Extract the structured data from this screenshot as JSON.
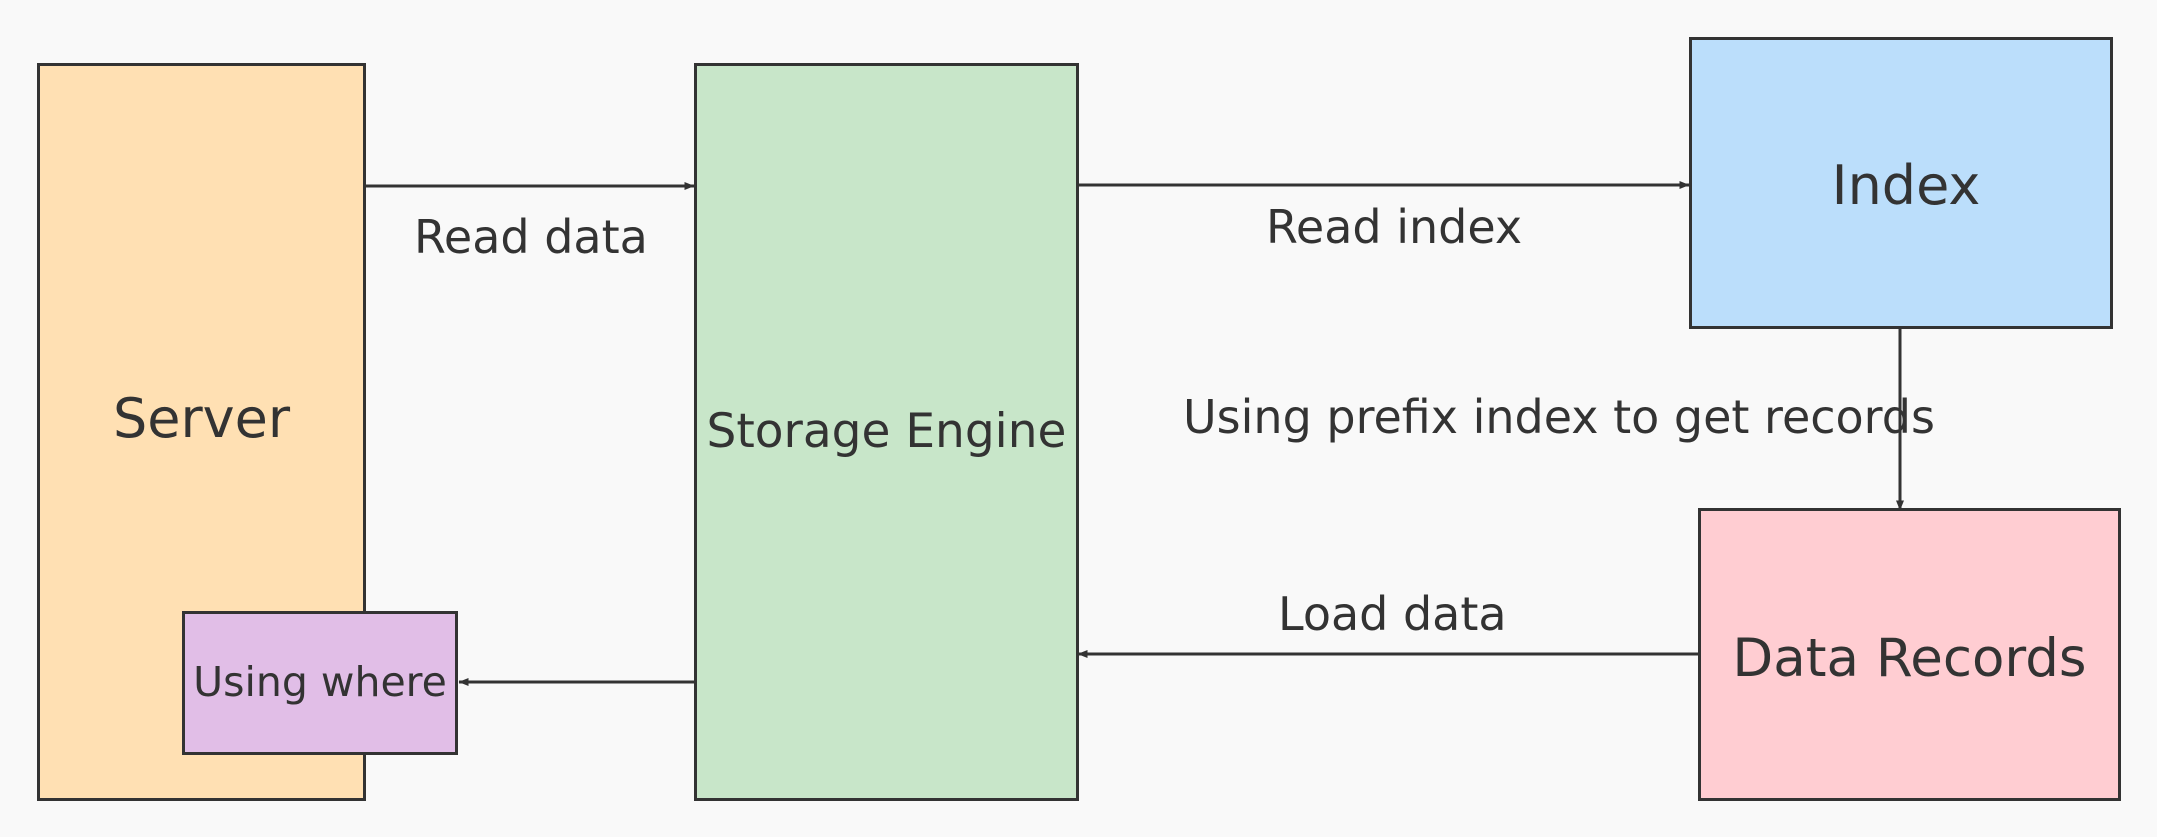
{
  "nodes": {
    "server": {
      "label": "Server",
      "color": "#ffe0b3"
    },
    "storage_engine": {
      "label": "Storage Engine",
      "color": "#c8e6c9"
    },
    "index": {
      "label": "Index",
      "color": "#bbdefb"
    },
    "data_records": {
      "label": "Data Records",
      "color": "#ffcdd2"
    },
    "using_where": {
      "label": "Using where",
      "color": "#e1bee7"
    }
  },
  "edges": {
    "read_data": {
      "label": "Read data",
      "from": "Server",
      "to": "Storage Engine"
    },
    "read_index": {
      "label": "Read index",
      "from": "Storage Engine",
      "to": "Index"
    },
    "prefix_index": {
      "label": "Using prefix index to get records",
      "from": "Index",
      "to": "Data Records"
    },
    "load_data": {
      "label": "Load data",
      "from": "Data Records",
      "to": "Storage Engine"
    },
    "to_using_where": {
      "label": "",
      "from": "Storage Engine",
      "to": "Using where"
    }
  },
  "colors": {
    "background": "#f9f9f9",
    "stroke": "#333333"
  }
}
